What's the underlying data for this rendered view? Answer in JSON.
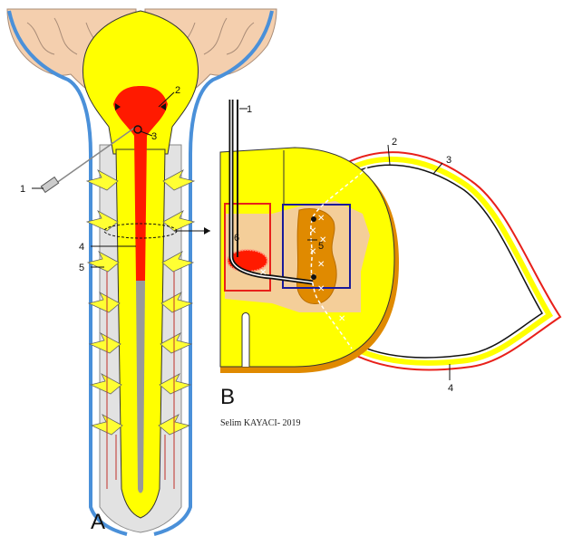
{
  "panels": {
    "a": "A",
    "b": "B"
  },
  "callouts_a": {
    "n1": "1",
    "n2": "2",
    "n3": "3",
    "n4": "4",
    "n5": "5"
  },
  "callouts_b": {
    "n1": "1",
    "n2": "2",
    "n3": "3",
    "n4": "4",
    "n5": "5",
    "n6": "6"
  },
  "credit": "Selim KAYACI- 2019",
  "colors": {
    "cord": "#ffff00",
    "syrinx": "#ff1a00",
    "dura": "#4a90d9",
    "brain": "#f4cfae",
    "cut_face": "#e08a00",
    "red_box": "#e8201a",
    "blue_box": "#1a1a9a",
    "sutures": "#ffffff"
  }
}
